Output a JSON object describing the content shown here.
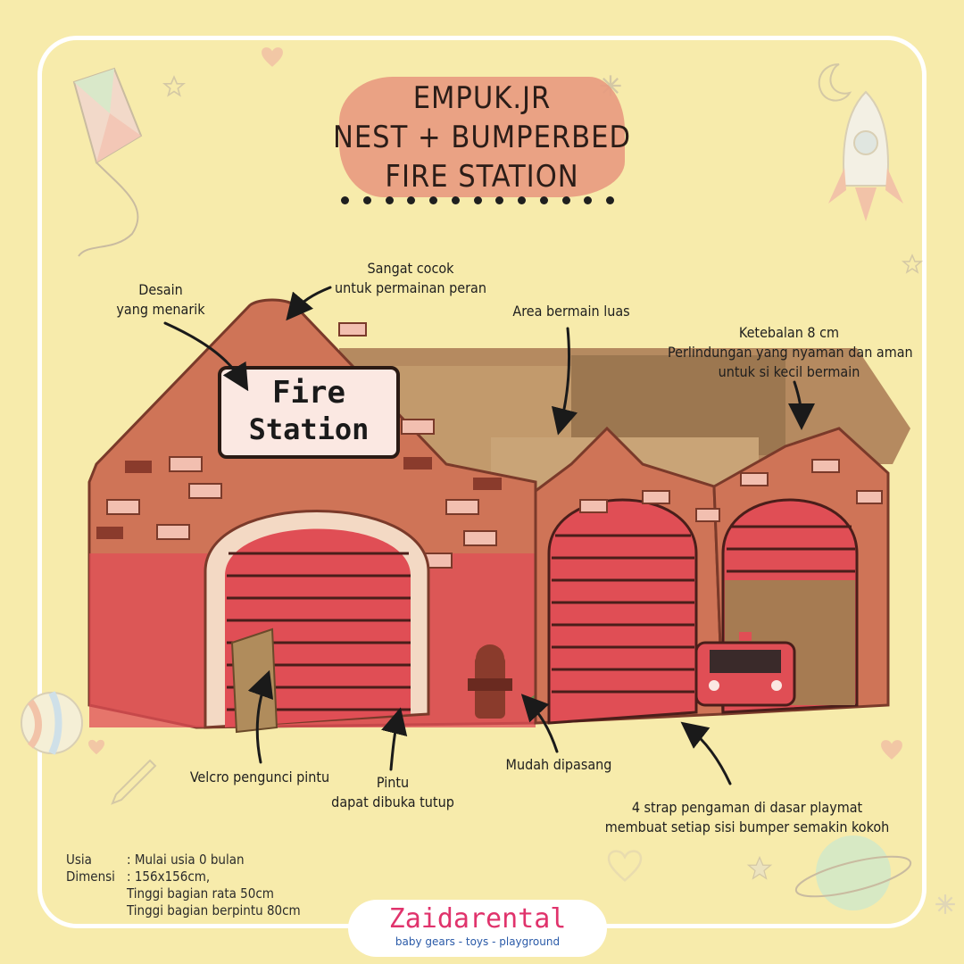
{
  "title": {
    "line1": "EMPUK.JR",
    "line2": "NEST + BUMPERBED",
    "line3": "FIRE STATION"
  },
  "product_sign": {
    "line1": "Fire",
    "line2": "Station"
  },
  "callouts": {
    "desain": {
      "line1": "Desain",
      "line2": "yang menarik"
    },
    "peran": {
      "line1": "Sangat cocok",
      "line2": "untuk permainan peran"
    },
    "area": {
      "line1": "Area bermain luas"
    },
    "ketebalan": {
      "line1": "Ketebalan 8 cm",
      "line2": "Perlindungan yang nyaman dan aman",
      "line3": "untuk si kecil bermain"
    },
    "velcro": {
      "line1": "Velcro pengunci pintu"
    },
    "pintu": {
      "line1": "Pintu",
      "line2": "dapat dibuka tutup"
    },
    "mudah": {
      "line1": "Mudah dipasang"
    },
    "strap": {
      "line1": "4 strap pengaman di dasar playmat",
      "line2": "membuat setiap sisi bumper semakin kokoh"
    }
  },
  "specs": {
    "usia_label": "Usia",
    "usia_value": ": Mulai usia 0 bulan",
    "dimensi_label": "Dimensi",
    "dimensi_value": ": 156x156cm,",
    "tinggi_rata": "Tinggi bagian rata 50cm",
    "tinggi_pintu": "Tinggi bagian berpintu 80cm"
  },
  "logo": {
    "name": "Zaidarental",
    "tagline": "baby gears - toys - playground"
  },
  "colors": {
    "background": "#f7ebab",
    "title_blob": "#e89a7f",
    "brick": "#c9694f",
    "door_red": "#e8495a",
    "cardboard": "#a67b52",
    "logo_pink": "#e0336c",
    "logo_blue": "#2a5aa8"
  },
  "icons": [
    "kite-icon",
    "rocket-icon",
    "moon-icon",
    "star-icon",
    "heart-icon",
    "ball-icon",
    "planet-icon",
    "pencil-icon",
    "fire-hydrant-icon",
    "fire-truck-icon"
  ]
}
